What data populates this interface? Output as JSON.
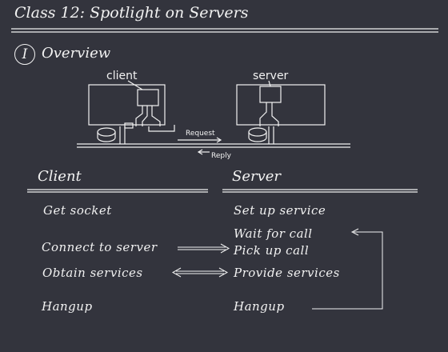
{
  "header": {
    "title": "Class 12: Spotlight on Servers"
  },
  "section": {
    "number": "I",
    "title": "Overview"
  },
  "diagram": {
    "client_label": "client",
    "server_label": "server",
    "request_label": "Request",
    "reply_label": "Reply"
  },
  "columns": {
    "client_heading": "Client",
    "server_heading": "Server"
  },
  "client_steps": [
    "Get socket",
    "Connect to server",
    "Obtain services",
    "Hangup"
  ],
  "server_steps": [
    "Set up service",
    "Wait for call",
    "Pick up call",
    "Provide services",
    "Hangup"
  ],
  "colors": {
    "background": "#33343d",
    "foreground": "#f2f2f2"
  }
}
